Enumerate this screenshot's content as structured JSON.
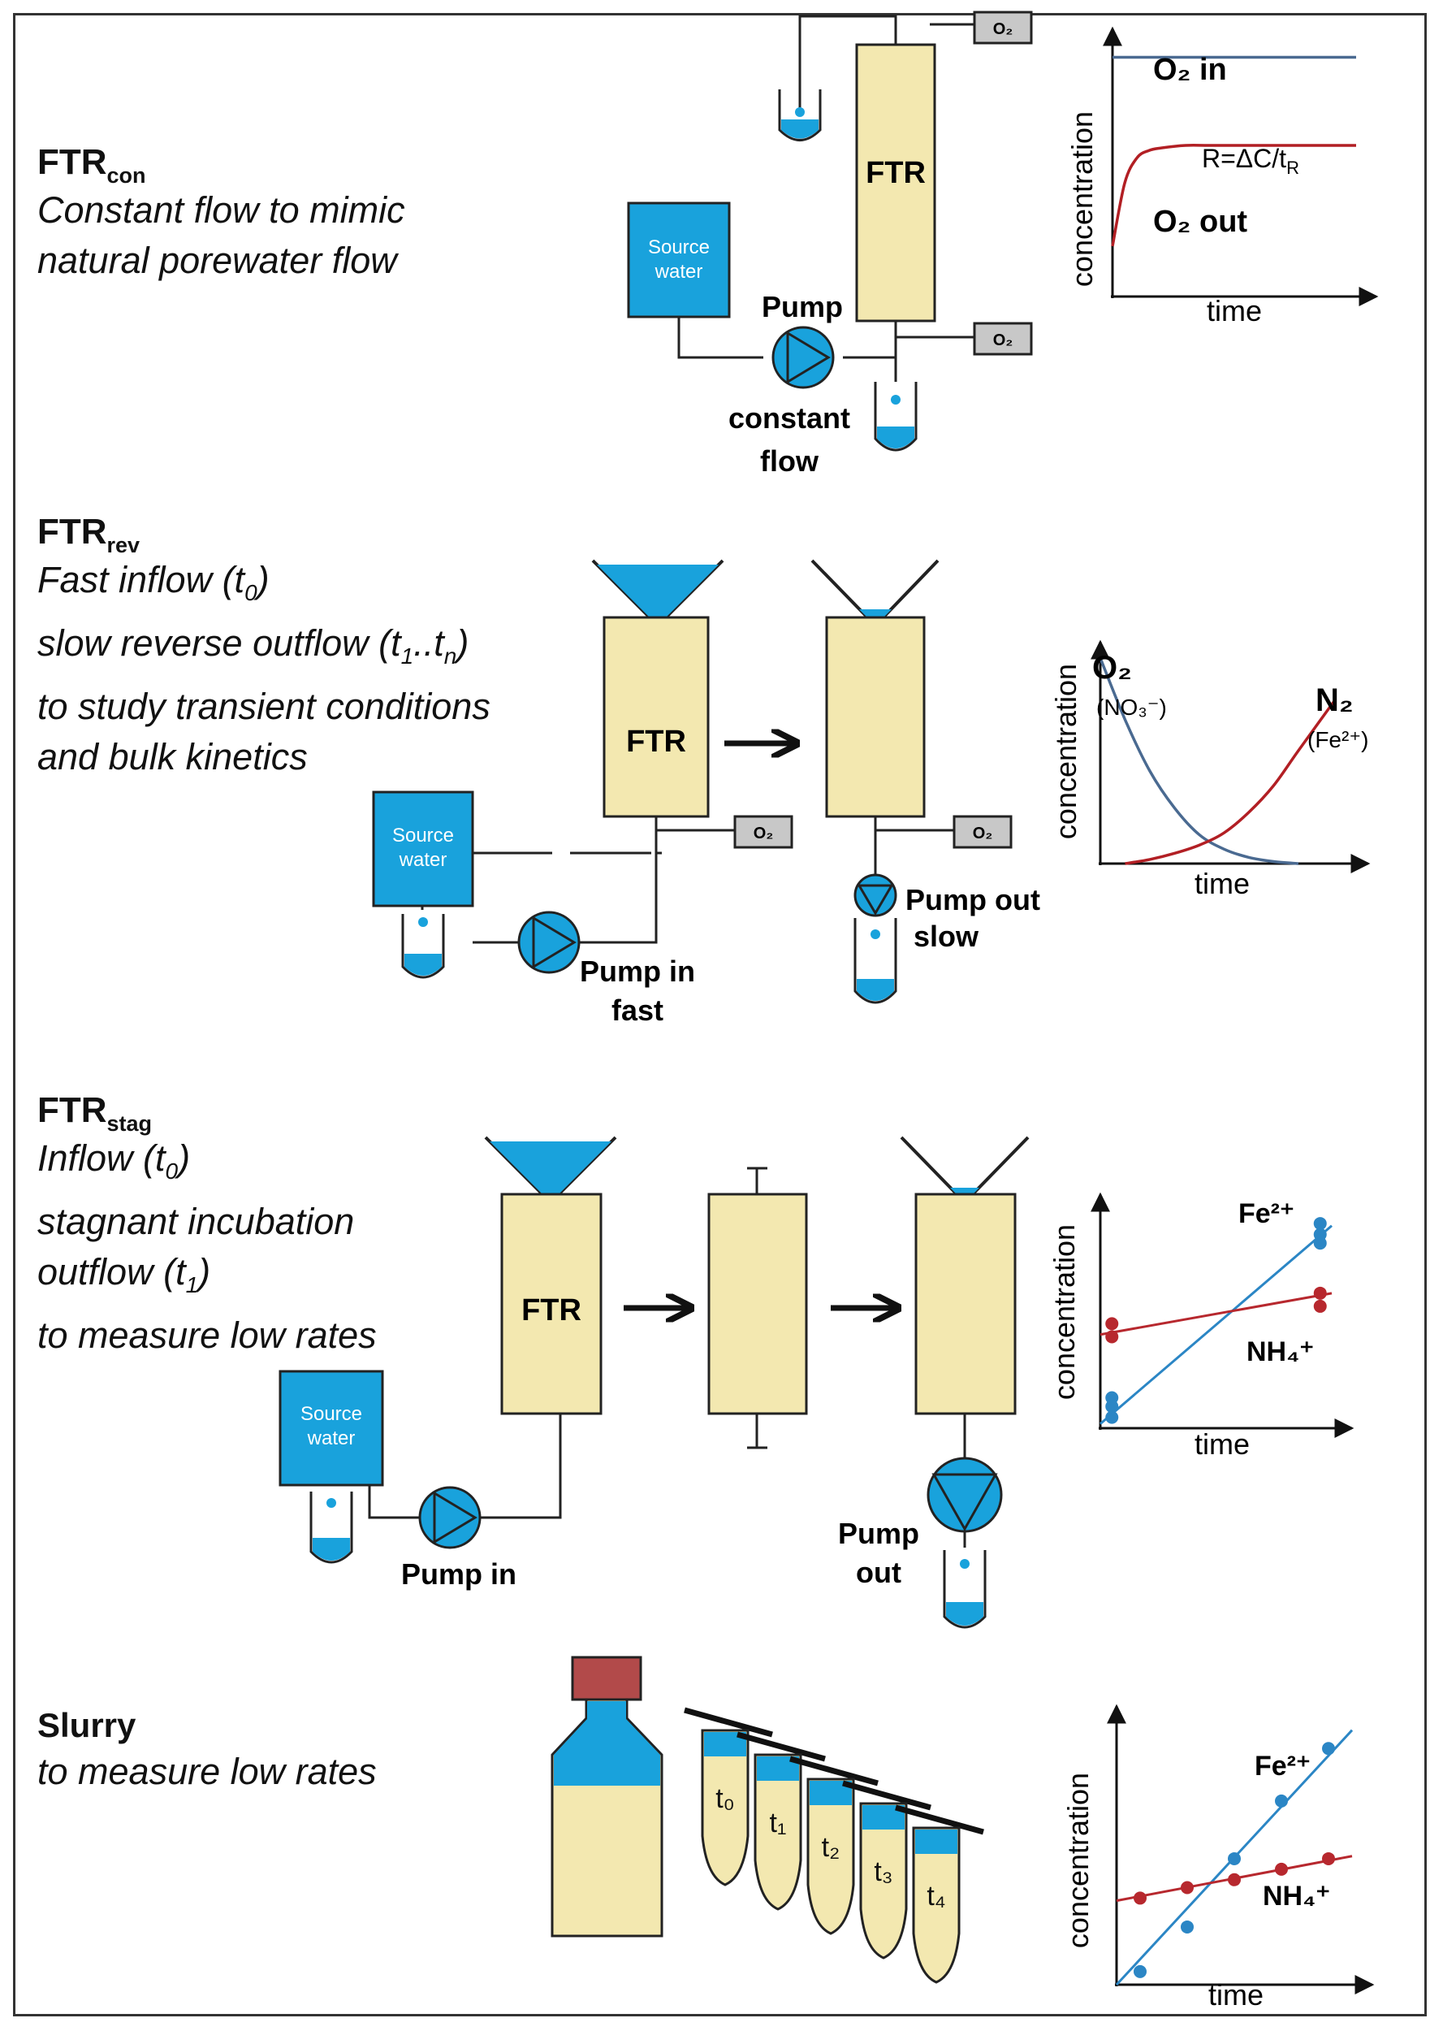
{
  "sections": {
    "con": {
      "title_main": "FTR",
      "title_sub": "con",
      "desc": [
        "Constant flow to mimic",
        "natural porewater flow"
      ],
      "source": [
        "Source",
        "water"
      ],
      "pump": "Pump",
      "flow": [
        "constant",
        "flow"
      ],
      "o2": "O₂",
      "ftr": "FTR",
      "chart": {
        "o2_in": "O₂ in",
        "o2_out": "O₂ out",
        "rate": "R=ΔC/t",
        "rate_sub": "R",
        "ylabel": "concentration",
        "xlabel": "time"
      }
    },
    "rev": {
      "title_main": "FTR",
      "title_sub": "rev",
      "desc1": "Fast inflow (t",
      "desc1_sub": "0",
      "desc1_end": ")",
      "desc2": "slow reverse outflow (t",
      "desc2_sub1": "1",
      "desc2_mid": "..t",
      "desc2_sub2": "n",
      "desc2_end": ")",
      "desc3": "to study transient conditions",
      "desc4": "and bulk kinetics",
      "source": [
        "Source",
        "water"
      ],
      "ftr": "FTR",
      "o2": "O₂",
      "pump_in": [
        "Pump in",
        "fast"
      ],
      "pump_out": [
        "Pump out",
        "slow"
      ],
      "chart": {
        "o2": "O₂",
        "no3": "(NO₃⁻)",
        "n2": "N₂",
        "fe": "(Fe²⁺)",
        "ylabel": "concentration",
        "xlabel": "time"
      }
    },
    "stag": {
      "title_main": "FTR",
      "title_sub": "stag",
      "desc1": "Inflow (t",
      "desc1_sub": "0",
      "desc1_end": ")",
      "desc2": "stagnant incubation",
      "desc3": "outflow (t",
      "desc3_sub": "1",
      "desc3_end": ")",
      "desc4": "to measure low rates",
      "source": [
        "Source",
        "water"
      ],
      "ftr": "FTR",
      "pump_in": "Pump in",
      "pump_out": [
        "Pump",
        "out"
      ],
      "chart": {
        "fe": "Fe²⁺",
        "nh4": "NH₄⁺",
        "ylabel": "concentration",
        "xlabel": "time"
      }
    },
    "slurry": {
      "title": "Slurry",
      "desc": "to measure low rates",
      "tubes": [
        "t₀",
        "t₁",
        "t₂",
        "t₃",
        "t₄"
      ],
      "chart": {
        "fe": "Fe²⁺",
        "nh4": "NH₄⁺",
        "ylabel": "concentration",
        "xlabel": "time"
      }
    }
  },
  "colors": {
    "water": "#19a2dc",
    "sediment": "#f3e8b0",
    "o2_in_line": "#4a6a91",
    "o2_out_line": "#b21f24",
    "fe_series": "#2b86c5",
    "nh4_series": "#b7282e",
    "cap": "#b24a4a",
    "sensor": "#c8c8c8"
  },
  "chart_data": [
    {
      "type": "line",
      "xlabel": "time",
      "ylabel": "concentration",
      "series": [
        {
          "name": "O₂ in",
          "x": [
            0,
            1,
            2,
            3,
            4,
            5,
            6,
            7,
            8,
            9,
            10
          ],
          "y": [
            95,
            95,
            95,
            95,
            95,
            95,
            95,
            95,
            95,
            95,
            95
          ]
        },
        {
          "name": "O₂ out",
          "x": [
            0,
            0.5,
            1,
            1.5,
            2,
            3,
            4,
            6,
            8,
            10
          ],
          "y": [
            20,
            45,
            55,
            58,
            59,
            60,
            60,
            60,
            60,
            60
          ]
        }
      ]
    },
    {
      "type": "line",
      "xlabel": "time",
      "ylabel": "concentration",
      "series": [
        {
          "name": "O₂",
          "x": [
            0,
            1,
            2,
            3,
            4,
            5,
            6,
            7,
            8
          ],
          "y": [
            100,
            70,
            45,
            27,
            14,
            7,
            3,
            1,
            0
          ]
        },
        {
          "name": "N₂",
          "x": [
            1,
            2,
            3,
            4,
            5,
            6,
            7,
            8,
            9.5
          ],
          "y": [
            0,
            2,
            5,
            9,
            15,
            25,
            38,
            55,
            80
          ]
        }
      ]
    },
    {
      "type": "scatter",
      "xlabel": "time",
      "ylabel": "concentration",
      "series": [
        {
          "name": "Fe²⁺",
          "x": [
            0.5,
            0.5,
            0.5,
            9.5,
            9.5,
            9.5
          ],
          "y": [
            5,
            10,
            14,
            85,
            89,
            94
          ],
          "trend": [
            [
              0,
              2
            ],
            [
              10,
              93
            ]
          ]
        },
        {
          "name": "NH₄⁺",
          "x": [
            0.5,
            0.5,
            9.5,
            9.5
          ],
          "y": [
            42,
            48,
            56,
            62
          ],
          "trend": [
            [
              0,
              43
            ],
            [
              10,
              62
            ]
          ]
        }
      ]
    },
    {
      "type": "scatter",
      "xlabel": "time",
      "ylabel": "concentration",
      "series": [
        {
          "name": "Fe²⁺",
          "x": [
            1,
            3,
            5,
            7,
            9
          ],
          "y": [
            5,
            22,
            48,
            70,
            90
          ],
          "trend": [
            [
              0,
              0
            ],
            [
              10,
              97
            ]
          ]
        },
        {
          "name": "NH₄⁺",
          "x": [
            1,
            3,
            5,
            7,
            9
          ],
          "y": [
            33,
            37,
            40,
            44,
            48
          ],
          "trend": [
            [
              0,
              32
            ],
            [
              10,
              49
            ]
          ]
        }
      ]
    }
  ]
}
